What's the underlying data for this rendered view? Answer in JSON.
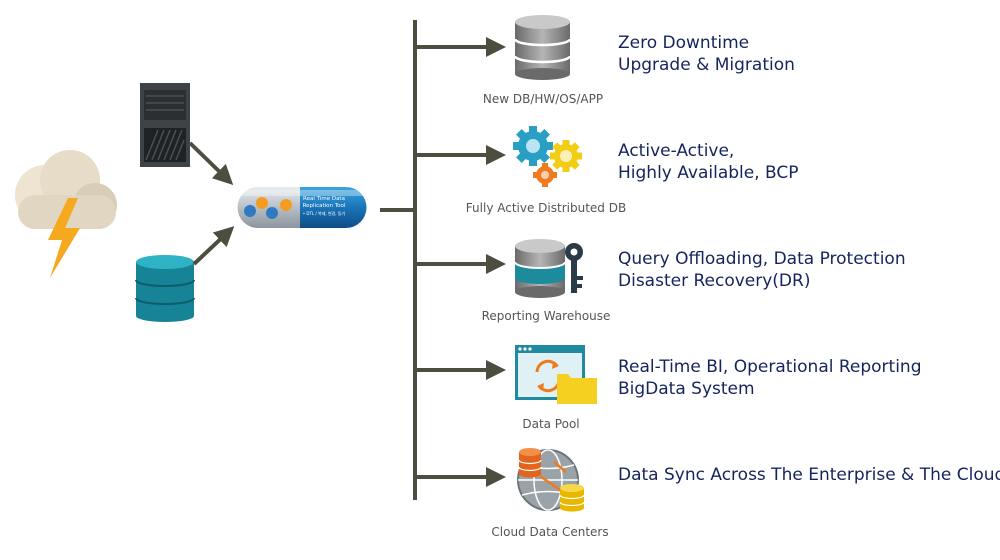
{
  "capsule": {
    "title_line1": "Real Time Data",
    "title_line2": "Replication Tool",
    "subtitle": "• DTL / 복제, 변경, 동기"
  },
  "targets": [
    {
      "icon": "database-stack-icon",
      "label": "New DB/HW/OS/APP",
      "description": [
        "Zero Downtime",
        "Upgrade & Migration"
      ]
    },
    {
      "icon": "gears-icon",
      "label": "Fully Active Distributed DB",
      "description": [
        "Active-Active,",
        "Highly Available, BCP"
      ]
    },
    {
      "icon": "database-key-icon",
      "label": "Reporting Warehouse",
      "description": [
        "Query Offloading, Data Protection",
        "Disaster Recovery(DR)"
      ]
    },
    {
      "icon": "window-folder-sync-icon",
      "label": "Data Pool",
      "description": [
        "Real-Time BI, Operational Reporting",
        "BigData System"
      ]
    },
    {
      "icon": "globe-databases-icon",
      "label": "Cloud Data Centers",
      "description": [
        "Data Sync Across The Enterprise & The Cloud"
      ]
    }
  ],
  "colors": {
    "arrow": "#4d4d40",
    "teal": "#1c8c9c",
    "navy_text": "#16245e",
    "orange": "#f07a1e",
    "yellow": "#f5d020"
  }
}
